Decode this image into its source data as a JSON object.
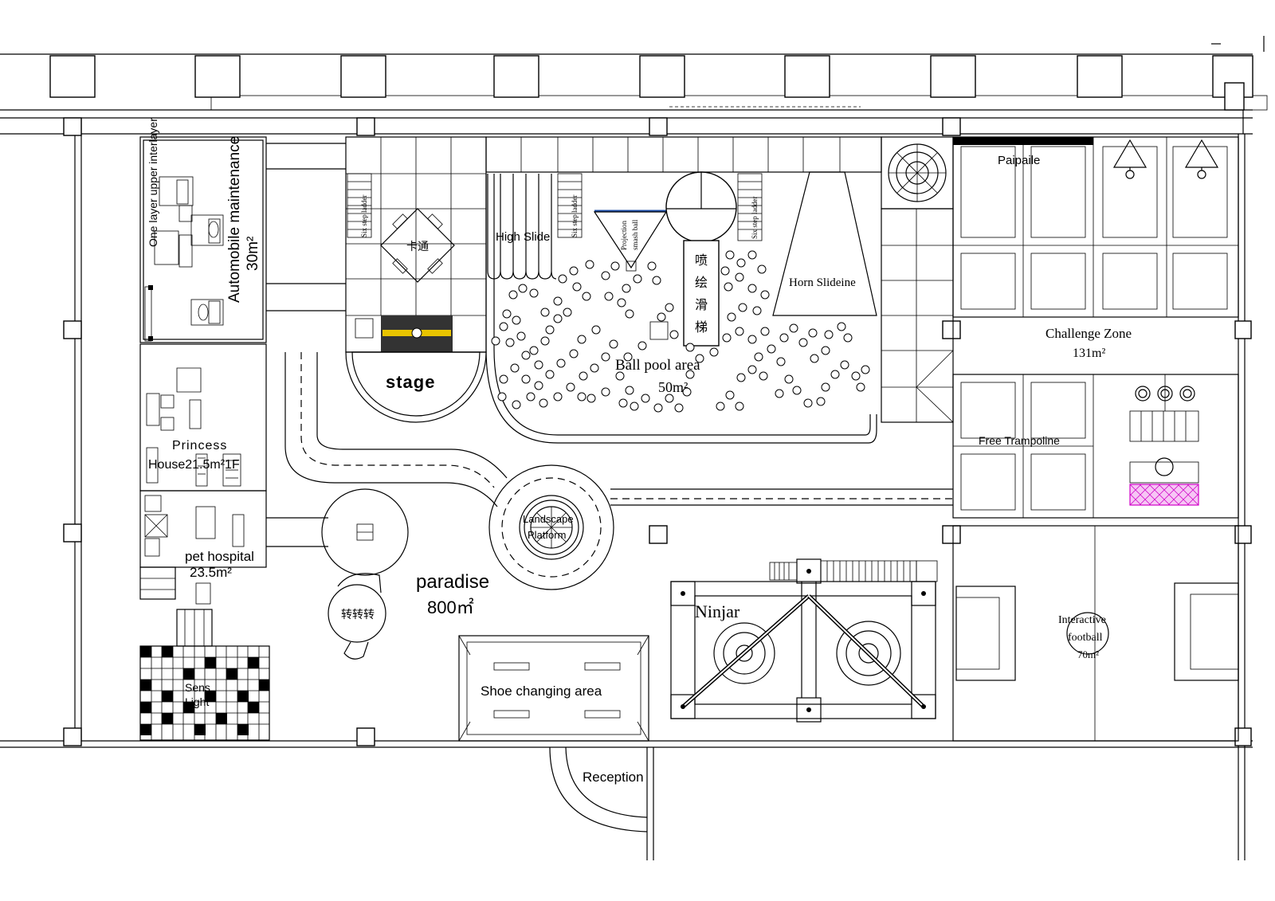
{
  "labels": {
    "auto_title_1": "One layer upper interlayer",
    "auto_title_2": "Automobile maintenance",
    "auto_area": "30m²",
    "princess_1": "Princess",
    "princess_2": "House21.5m²1F",
    "pet_1": "pet hospital",
    "pet_2": "23.5m²",
    "sensory_1": "Sens",
    "sensory_2": "Light",
    "stage": "stage",
    "stage_sign": "卡通",
    "high_slide": "High Slide",
    "ladder_1": "Six step ladder",
    "ladder_2": "Six step ladder",
    "ladder_3": "Six step ladder",
    "projection_1": "Projection",
    "projection_2": "smash ball",
    "spray_1": "喷",
    "spray_2": "绘",
    "spray_3": "滑",
    "spray_4": "梯",
    "horn": "Horn Slideine",
    "ball_pool_1": "Ball pool area",
    "ball_pool_2": "50m²",
    "paipaile": "Paipaile",
    "challenge_1": "Challenge Zone",
    "challenge_2": "131m²",
    "trampoline": "Free Trampoline",
    "landscape_1": "Landscape",
    "landscape_2": "Platform",
    "paradise_1": "paradise",
    "paradise_2": "800㎡",
    "turret": "转转转",
    "ninja": "Ninjar",
    "shoe": "Shoe changing area",
    "football_1": "Interactive",
    "football_2": "football",
    "football_3": "70m²",
    "reception": "Reception"
  }
}
